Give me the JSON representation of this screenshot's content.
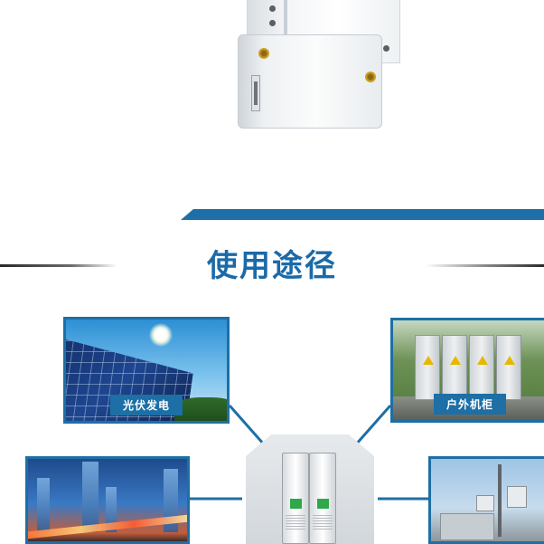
{
  "section": {
    "title": "使用途径"
  },
  "applications": [
    {
      "id": "solar",
      "label": "光伏发电",
      "icon": "solar-panel-image"
    },
    {
      "id": "cabinet",
      "label": "户外机柜",
      "icon": "outdoor-cabinet-image"
    },
    {
      "id": "city",
      "label": "",
      "icon": "city-night-image"
    },
    {
      "id": "tower",
      "label": "",
      "icon": "telecom-tower-image"
    }
  ],
  "colors": {
    "accent": "#1d6fa5",
    "title": "#1a6aa8",
    "module_window": "#2fa84a"
  }
}
